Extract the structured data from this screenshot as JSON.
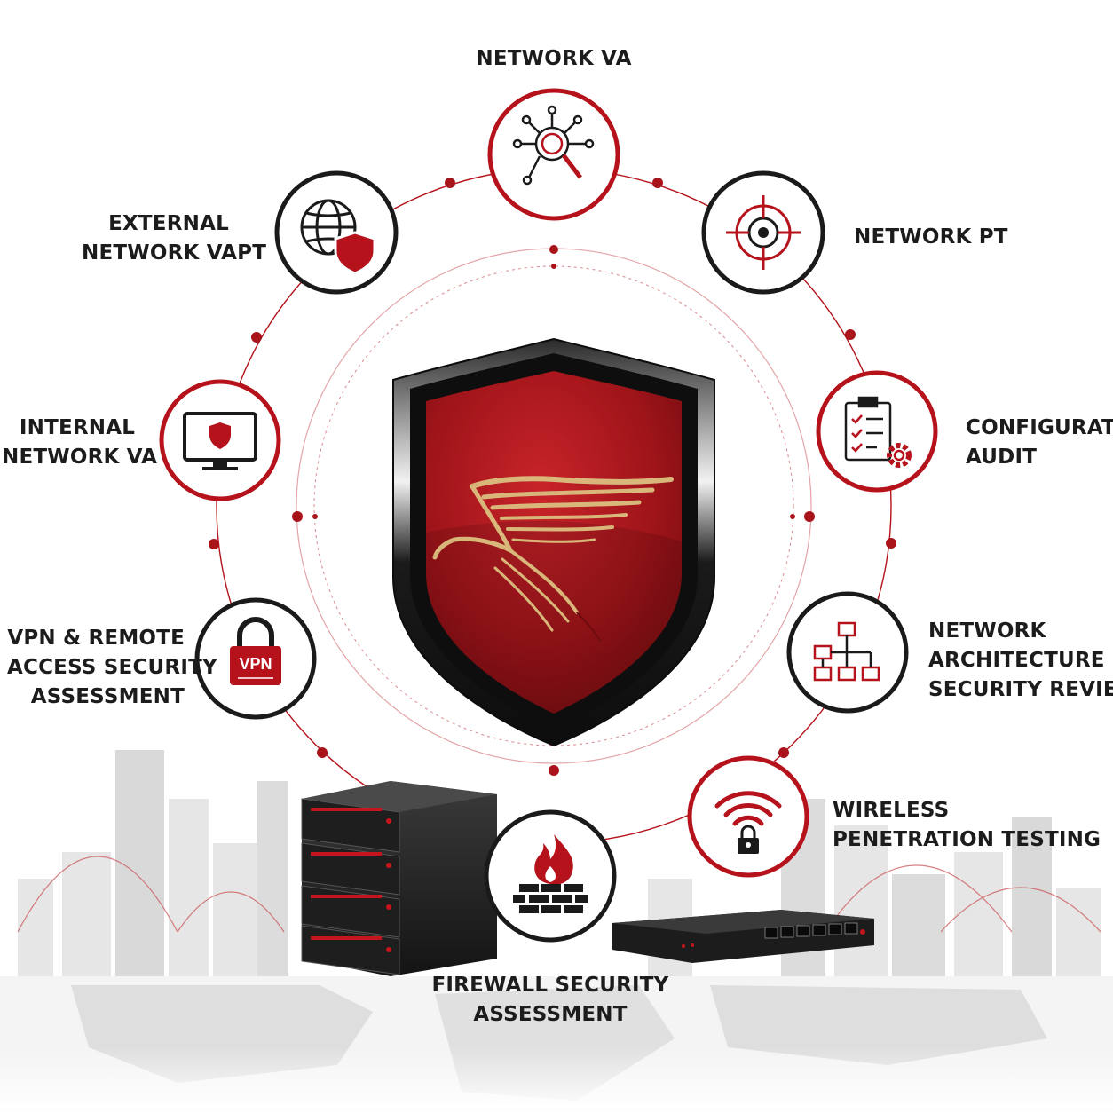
{
  "colors": {
    "accent": "#b5121b",
    "dark_red": "#8e1317",
    "ring": "#1a1a1a",
    "gold": "#d9b77a",
    "text": "#1c1c1c"
  },
  "nodes": {
    "network_va": {
      "icon": "network-search-icon",
      "lines": [
        "NETWORK VA"
      ]
    },
    "network_pt": {
      "icon": "crosshair-target-icon",
      "lines": [
        "NETWORK PT"
      ]
    },
    "configuration_audit": {
      "icon": "clipboard-gear-icon",
      "lines": [
        "CONFIGURATION",
        "AUDIT"
      ]
    },
    "network_architecture": {
      "icon": "org-chart-icon",
      "lines": [
        "NETWORK",
        "ARCHITECTURE",
        "SECURITY REVIEW"
      ]
    },
    "wireless_pt": {
      "icon": "wifi-lock-icon",
      "lines": [
        "WIRELESS",
        "PENETRATION TESTING"
      ]
    },
    "firewall": {
      "icon": "firewall-flame-icon",
      "lines": [
        "FIREWALL SECURITY",
        "ASSESSMENT"
      ]
    },
    "vpn": {
      "icon": "vpn-padlock-icon",
      "lines": [
        "VPN & REMOTE",
        "ACCESS SECURITY",
        "ASSESSMENT"
      ],
      "badge": "VPN"
    },
    "internal_va": {
      "icon": "monitor-shield-icon",
      "lines": [
        "INTERNAL",
        "NETWORK VA"
      ]
    },
    "external_vapt": {
      "icon": "globe-shield-icon",
      "lines": [
        "EXTERNAL",
        "NETWORK VAPT"
      ]
    }
  }
}
